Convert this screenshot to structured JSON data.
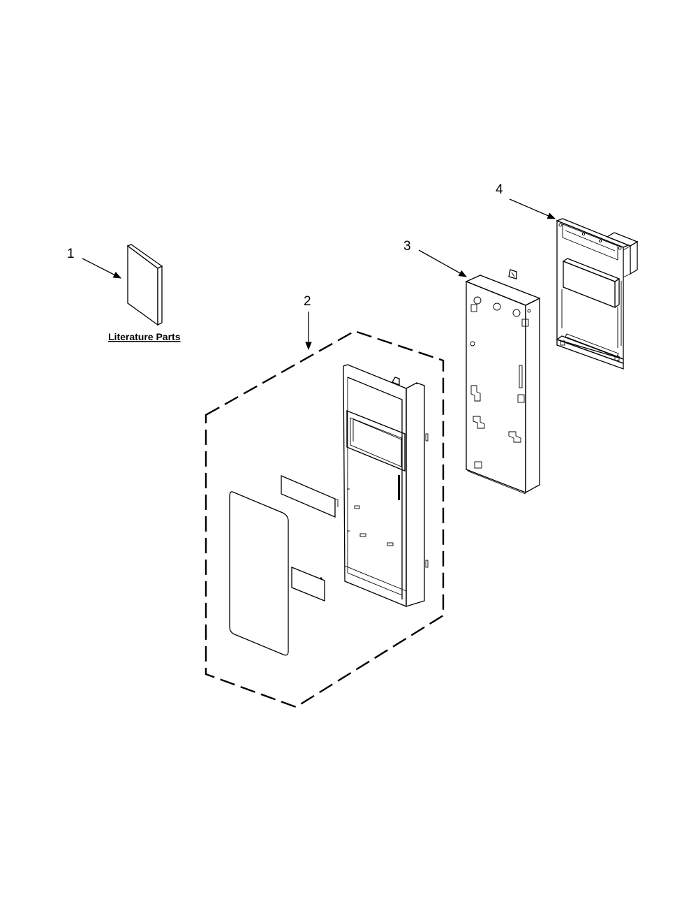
{
  "callouts": {
    "item1": "1",
    "item2": "2",
    "item3": "3",
    "item4": "4"
  },
  "literature_label": "Literature Parts",
  "colors": {
    "line": "#000000",
    "background": "#ffffff"
  }
}
